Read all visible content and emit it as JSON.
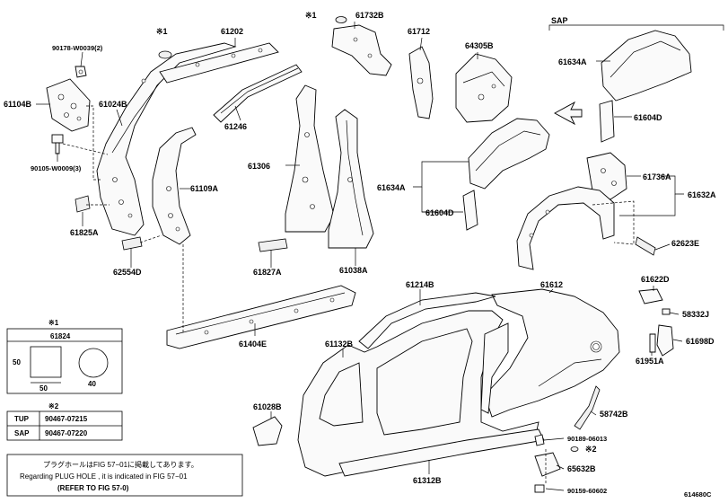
{
  "labels": {
    "p90178": "90178-W0039(2)",
    "p61104b": "61104B",
    "p61024b": "61024B",
    "p90105": "90105-W0009(3)",
    "p61825a": "61825A",
    "p61202": "61202",
    "p61246": "61246",
    "p61109a": "61109A",
    "p62554d": "62554D",
    "p61306": "61306",
    "p61827a": "61827A",
    "p61038a": "61038A",
    "p61732b": "61732B",
    "p61712": "61712",
    "p64305b": "64305B",
    "p61634a_top": "61634A",
    "p61604d_top": "61604D",
    "p61634a_mid": "61634A",
    "p61604d_mid": "61604D",
    "p61736a": "61736A",
    "p61632a": "61632A",
    "p62623e": "62623E",
    "p61622d": "61622D",
    "p58332j": "58332J",
    "p61698d": "61698D",
    "p61951a": "61951A",
    "p61404e": "61404E",
    "p61214b": "61214B",
    "p61612": "61612",
    "p61132b": "61132B",
    "p61028b": "61028B",
    "p58742b": "58742B",
    "p90189": "90189-06013",
    "p65632b": "65632B",
    "p61312b": "61312B",
    "p90159": "90159-60602",
    "sap": "SAP",
    "mark1_a": "※1",
    "mark1_b": "※1",
    "mark2": "※2",
    "figcode": "614680C"
  },
  "table1": {
    "mark": "※1",
    "part": "61824",
    "dim_h": "50",
    "dim_w": "50",
    "dim_d": "40"
  },
  "table2": {
    "mark": "※2",
    "rows": [
      {
        "grade": "TUP",
        "part": "90467-07215"
      },
      {
        "grade": "SAP",
        "part": "90467-07220"
      }
    ]
  },
  "note": {
    "line1": "プラグホールはFIG 57−01に掲載してあります。",
    "line2": "Regarding  PLUG HOLE , it is indicated in FIG  57−01",
    "line3": "(REFER TO FIG 57-0)"
  }
}
